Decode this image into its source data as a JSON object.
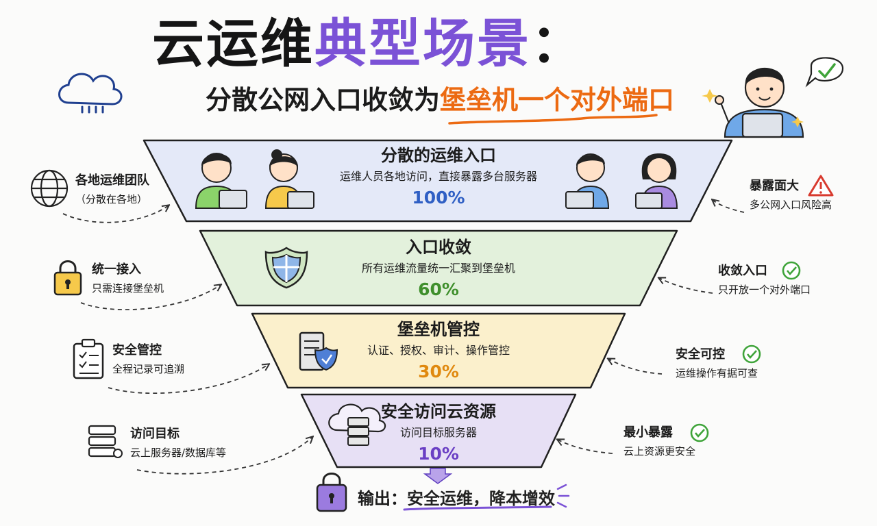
{
  "title": {
    "part1": "云运维",
    "part2": "典型场景",
    "part3": "："
  },
  "subtitle": {
    "part1": "分散公网入口收敛为",
    "part2": "堡垒机一个对外端口"
  },
  "colors": {
    "title_accent": "#7b52d6",
    "subtitle_accent": "#ec6a12",
    "layer1_fill": "#e4e9f8",
    "layer2_fill": "#e3f1dc",
    "layer3_fill": "#fbf0cc",
    "layer4_fill": "#e7e0f5",
    "percent_blue": "#2f5fc4",
    "percent_green": "#3f8f2c",
    "percent_orange": "#e0890f",
    "percent_purple": "#6a3fc4",
    "check_green": "#3fa43a",
    "warning_red": "#d83a2e"
  },
  "layers": [
    {
      "title": "分散的运维入口",
      "desc": "运维人员各地访问，直接暴露多台服务器",
      "percent": "100%",
      "icon": "people-laptop-icon"
    },
    {
      "title": "入口收敛",
      "desc": "所有运维流量统一汇聚到堡垒机",
      "percent": "60%",
      "icon": "shield-icon"
    },
    {
      "title": "堡垒机管控",
      "desc": "认证、授权、审计、操作管控",
      "percent": "30%",
      "icon": "server-shield-icon"
    },
    {
      "title": "安全访问云资源",
      "desc": "访问目标服务器",
      "percent": "10%",
      "icon": "cloud-server-icon"
    }
  ],
  "left_notes": [
    {
      "title": "各地运维团队",
      "desc": "（分散在各地）",
      "icon": "globe-icon"
    },
    {
      "title": "统一接入",
      "desc": "只需连接堡垒机",
      "icon": "lock-icon"
    },
    {
      "title": "安全管控",
      "desc": "全程记录可追溯",
      "icon": "clipboard-icon"
    },
    {
      "title": "访问目标",
      "desc": "云上服务器/数据库等",
      "icon": "server-icon"
    }
  ],
  "right_notes": [
    {
      "title": "暴露面大",
      "desc": "多公网入口风险高",
      "icon": "warning-icon"
    },
    {
      "title": "收敛入口",
      "desc": "只开放一个对外端口",
      "icon": "check-icon"
    },
    {
      "title": "安全可控",
      "desc": "运维操作有据可查",
      "icon": "check-icon"
    },
    {
      "title": "最小暴露",
      "desc": "云上资源更安全",
      "icon": "check-icon"
    }
  ],
  "output": {
    "label": "输出：",
    "value": "安全运维，降本增效"
  }
}
